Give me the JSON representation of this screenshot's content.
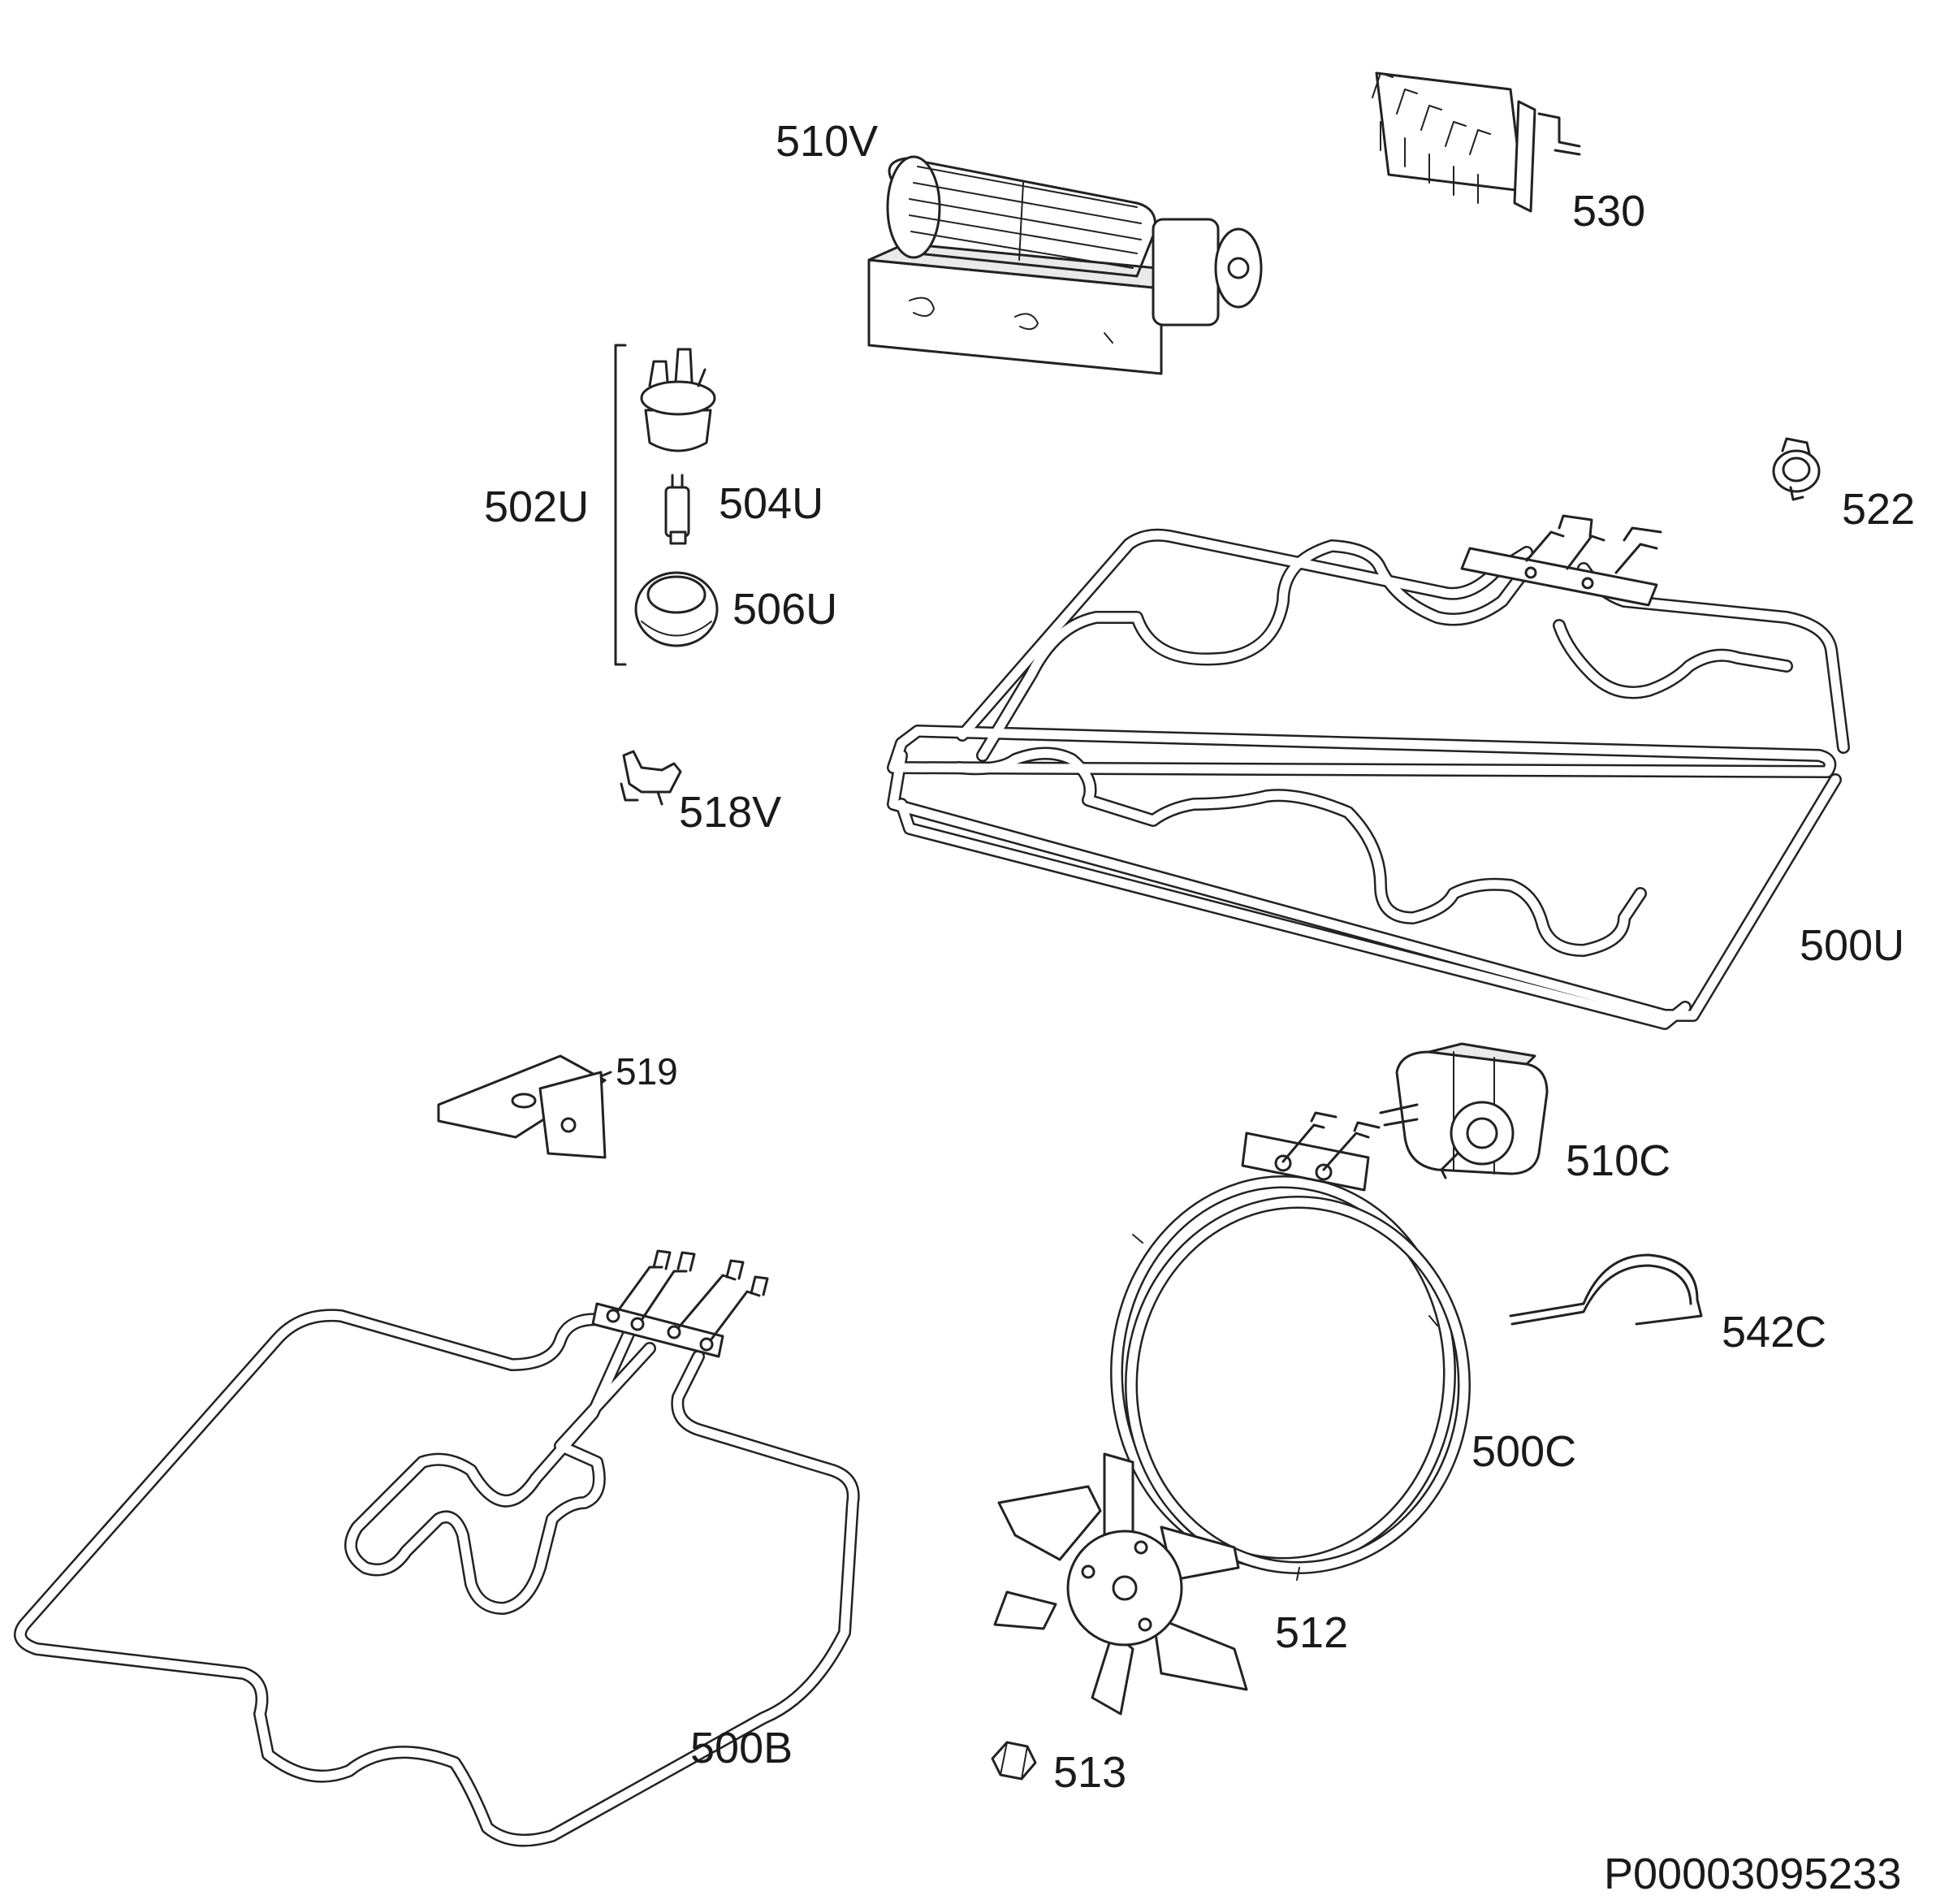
{
  "labels": {
    "p510v": "510V",
    "p530": "530",
    "p502u": "502U",
    "p504u": "504U",
    "p506u": "506U",
    "p522": "522",
    "p518v": "518V",
    "p500u": "500U",
    "p519": "519",
    "p510c": "510C",
    "p542c": "542C",
    "p500c": "500C",
    "p512": "512",
    "p500b": "500B",
    "p513": "513"
  },
  "document_id": "P00003095233"
}
